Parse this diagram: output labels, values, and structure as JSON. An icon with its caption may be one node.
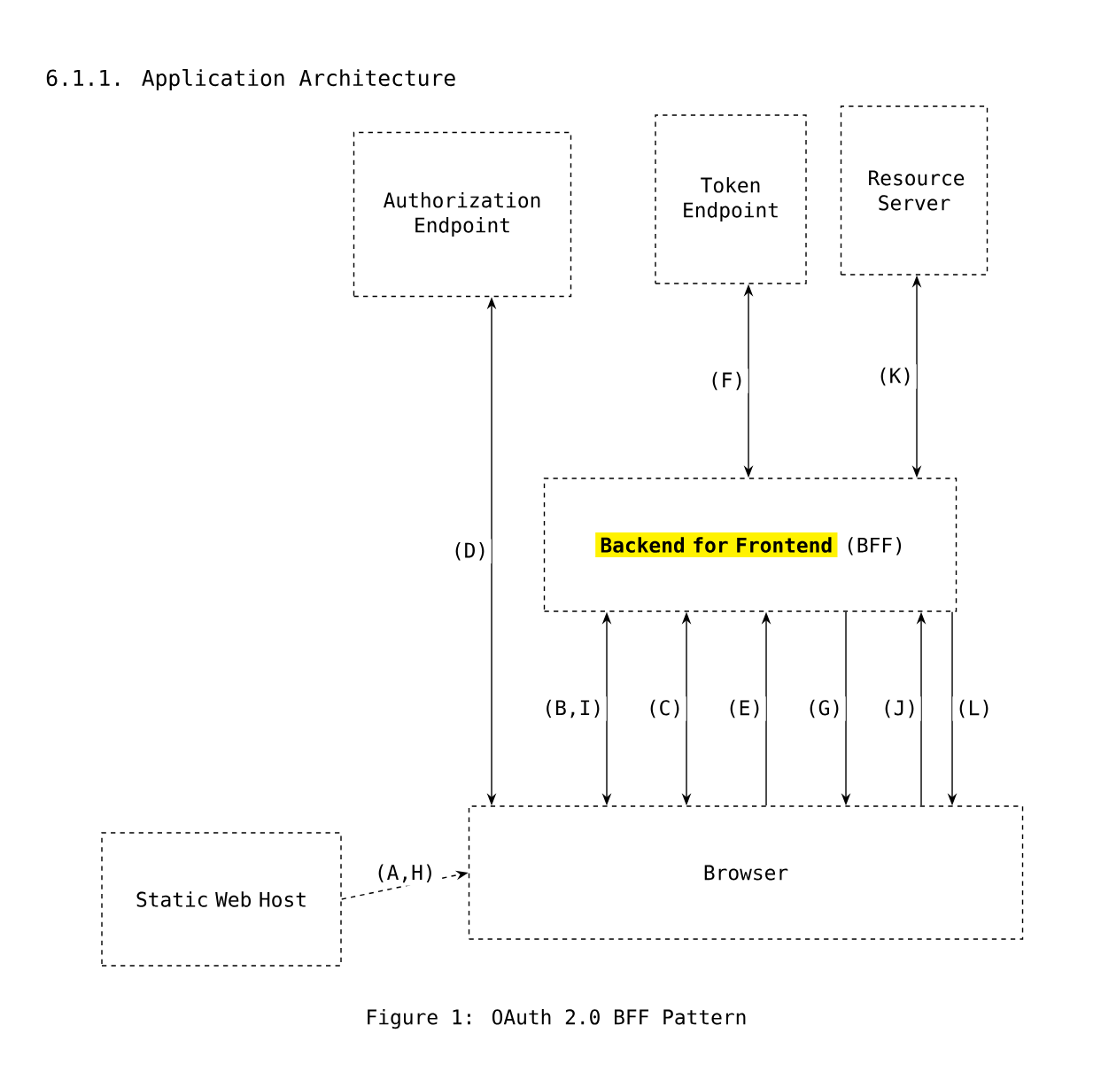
{
  "diagram": {
    "title": "6.1.1. Application Architecture",
    "caption": "Figure 1: OAuth 2.0 BFF Pattern",
    "nodes": [
      {
        "text": [
          "Authorization Endpoint"
        ]
      },
      {
        "text": [
          "Token Endpoint"
        ]
      },
      {
        "text": [
          "Resource Server"
        ]
      },
      {
        "text": [
          "Backend for Frontend",
          "(BFF)"
        ]
      },
      {
        "text": [
          "Static Web Host"
        ]
      },
      {
        "text": [
          "Browser"
        ]
      }
    ],
    "edges": [
      {
        "from": 5,
        "to": 0,
        "arrow": "both",
        "label": "(D)"
      },
      {
        "from": 3,
        "to": 1,
        "arrow": "both",
        "label": "(F)"
      },
      {
        "from": 3,
        "to": 2,
        "arrow": "both",
        "label": "(K)"
      },
      {
        "from": 5,
        "to": 3,
        "arrow": "both",
        "label": "(B,I)"
      },
      {
        "from": 5,
        "to": 3,
        "arrow": "both",
        "label": "(C)"
      },
      {
        "from": 5,
        "to": 3,
        "arrow": "to",
        "label": "(E)"
      },
      {
        "from": 3,
        "to": 5,
        "arrow": "to",
        "label": "(G)"
      },
      {
        "from": 5,
        "to": 3,
        "arrow": "to",
        "label": "(J)"
      },
      {
        "from": 3,
        "to": 5,
        "arrow": "to",
        "label": "(L)"
      },
      {
        "from": 4,
        "to": 5,
        "arrow": "to",
        "label": "(A,H)",
        "style": "dashed"
      }
    ]
  }
}
